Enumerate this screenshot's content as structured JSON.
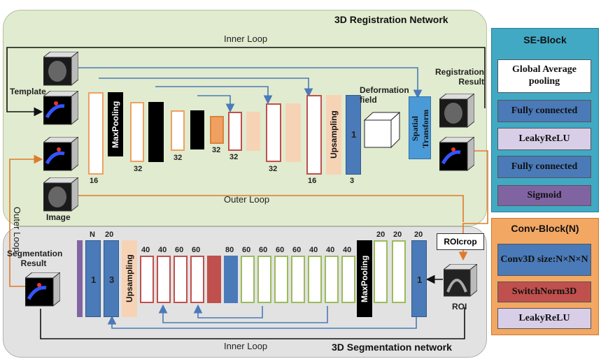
{
  "registration": {
    "title": "3D Registration Network",
    "inner_loop": "Inner Loop",
    "outer_loop": "Outer Loop",
    "template": "Template",
    "image": "Image",
    "maxpooling": "MaxPooling",
    "upsampling": "Upsampling",
    "spatial_transform": "Spatial Transform",
    "deformation_field": "Deformation field",
    "registration_result": "Registration Result",
    "channels": [
      "16",
      "32",
      "32",
      "32",
      "32",
      "32",
      "16",
      "3"
    ],
    "final_conv": "1"
  },
  "outer_loop_side": "Outer Loop",
  "segmentation": {
    "title": "3D Segmentation network",
    "inner_loop": "Inner Loop",
    "result": "Segmentation Result",
    "roi": "ROI",
    "roicrop": "ROIcrop",
    "upsampling": "Upsampling",
    "maxpooling": "MaxPooling",
    "top_labels": [
      "N",
      "20",
      "40",
      "40",
      "60",
      "60",
      "80",
      "60",
      "60",
      "60",
      "60",
      "40",
      "40",
      "40",
      "20",
      "20",
      "20"
    ],
    "layer_n": "1",
    "layer_20": "3",
    "layer_last": "1"
  },
  "se_block": {
    "title": "SE-Block",
    "items": [
      "Global Average pooling",
      "Fully connected",
      "LeakyReLU",
      "Fully connected",
      "Sigmoid"
    ]
  },
  "conv_block": {
    "title": "Conv-Block(N)",
    "items": [
      "Conv3D size:N×N×N",
      "SwitchNorm3D",
      "LeakyReLU"
    ]
  },
  "colors": {
    "reg_bg": "#e1ebcf",
    "seg_bg": "#e2e2e2",
    "se_bg": "#41a9c4",
    "conv_bg": "#f2a763",
    "blue_layer": "#4a7ab8",
    "orange_layer": "#f0a060",
    "red_layer": "#c0504d",
    "green_outline": "#9bbb59",
    "purple": "#8064a2"
  }
}
